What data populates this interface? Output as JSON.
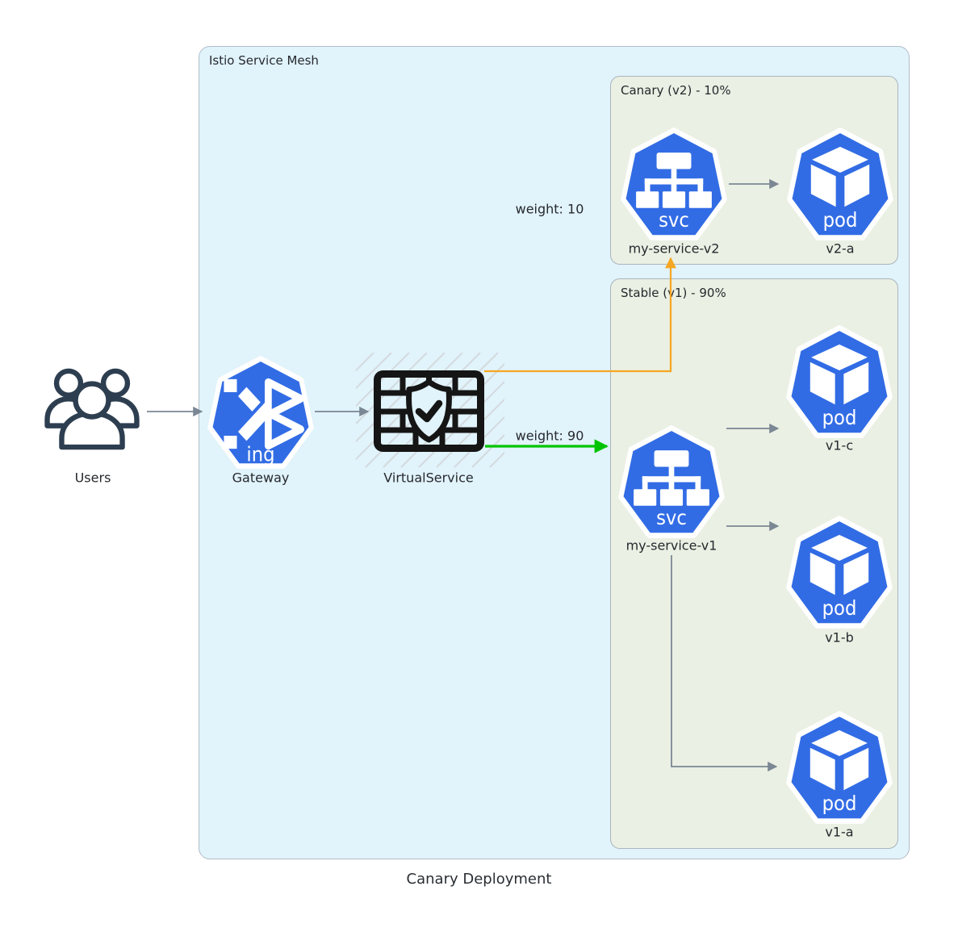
{
  "diagram": {
    "title": "Canary Deployment",
    "mesh": {
      "label": "Istio Service Mesh"
    },
    "groups": {
      "canary": {
        "label": "Canary (v2) - 10%"
      },
      "stable": {
        "label": "Stable (v1) - 90%"
      }
    },
    "nodes": {
      "users": {
        "label": "Users"
      },
      "gateway": {
        "label": "Gateway",
        "badge": "ing"
      },
      "virtualservice": {
        "label": "VirtualService"
      },
      "service_v2": {
        "label": "my-service-v2",
        "badge": "svc"
      },
      "pod_v2_a": {
        "label": "v2-a",
        "badge": "pod"
      },
      "service_v1": {
        "label": "my-service-v1",
        "badge": "svc"
      },
      "pod_v1_c": {
        "label": "v1-c",
        "badge": "pod"
      },
      "pod_v1_b": {
        "label": "v1-b",
        "badge": "pod"
      },
      "pod_v1_a": {
        "label": "v1-a",
        "badge": "pod"
      }
    },
    "edges": {
      "canary_weight_label": "weight: 10",
      "stable_weight_label": "weight: 90"
    },
    "colors": {
      "kubernetes_blue": "#326ce5",
      "mesh_background": "#e1f3fb",
      "group_background": "#eaf0e3",
      "arrow_gray": "#7b8794",
      "canary_arrow_orange": "#f5a623",
      "stable_arrow_green": "#00c400",
      "icon_black": "#151515",
      "users_outline": "#2d3e50"
    }
  }
}
